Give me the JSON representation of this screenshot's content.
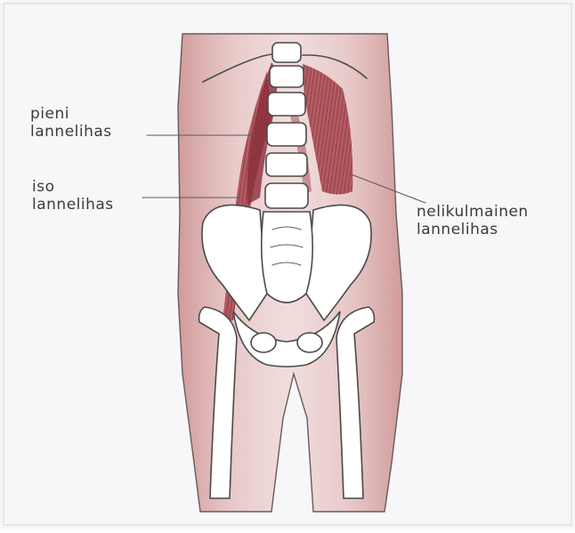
{
  "labels": {
    "pieni": "pieni\nlannelihas",
    "iso": "iso\nlannelihas",
    "nelikulmainen": "nelikulmainen\nlannelihas"
  },
  "colors": {
    "skin": "#d9a6a4",
    "skin_dark": "#c98b8a",
    "muscle": "#a8474f",
    "muscle_dark": "#8a2e38",
    "pencil": "#4a4a4a",
    "paper": "#f7f6f8"
  }
}
